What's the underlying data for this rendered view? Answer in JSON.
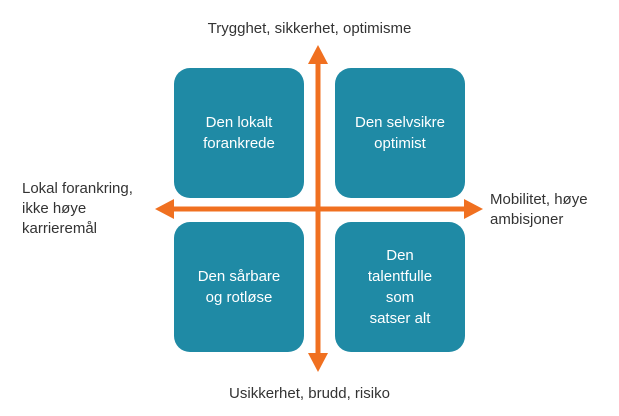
{
  "axes": {
    "top": "Trygghet, sikkerhet, optimisme",
    "bottom": "Usikkerhet, brudd, risiko",
    "left": "Lokal forankring,\nikke høye\nkarrieremål",
    "right": "Mobilitet, høye\nambisjoner"
  },
  "quadrants": {
    "top_left": "Den lokalt\nforankrede",
    "top_right": "Den selvsikre\noptimist",
    "bottom_left": "Den sårbare\nog rotløse",
    "bottom_right": "Den\ntalentfulle\nsom\nsatser alt"
  },
  "colors": {
    "box": "#1f8aa5",
    "arrow": "#f07020"
  }
}
